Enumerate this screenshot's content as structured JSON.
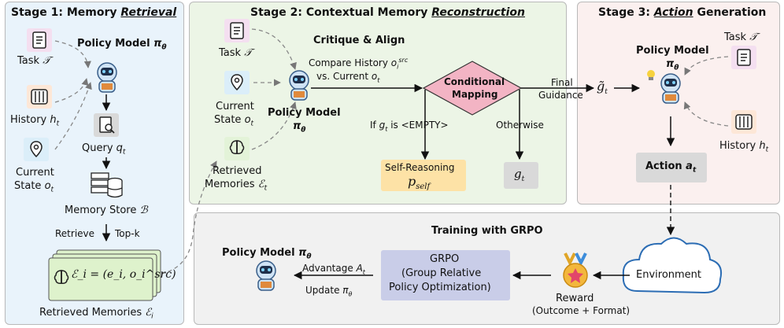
{
  "stage1": {
    "title_prefix": "Stage 1: Memory ",
    "title_em": "Retrieval",
    "policy_model": "Policy Model",
    "policy_symbol": "π",
    "policy_sub": "θ",
    "task": "Task",
    "task_sym": "𝒯",
    "history": "History",
    "history_sym": "h",
    "history_sub": "t",
    "current": "Current",
    "state": "State",
    "state_sym": "o",
    "state_sub": "t",
    "query": "Query",
    "query_sym": "q",
    "query_sub": "t",
    "memory_store": "Memory Store",
    "memory_store_sym": "ℬ",
    "retrieve": "Retrieve",
    "topk": "Top-k",
    "memory_formula": "ℰ_i = (e_i, o_i^src)",
    "retrieved_memories": "Retrieved Memories",
    "retrieved_sym": "ℰ",
    "retrieved_sub": "i"
  },
  "stage2": {
    "title_prefix": "Stage 2: Contextual Memory ",
    "title_em": "Reconstruction",
    "critique": "Critique & Align",
    "task": "Task",
    "task_sym": "𝒯",
    "current": "Current",
    "state": "State",
    "state_sym": "o",
    "state_sub": "t",
    "retrieved": "Retrieved",
    "memories": "Memories",
    "memories_sym": "ℰ",
    "memories_sub": "t",
    "policy_model": "Policy Model",
    "policy_symbol": "π",
    "policy_sub": "θ",
    "compare_line1": "Compare History",
    "compare_sym": "o",
    "compare_sub": "i",
    "compare_sup": "src",
    "compare_line2": "vs. Current",
    "compare2_sym": "o",
    "compare2_sub": "t",
    "conditional": "Conditional",
    "mapping": "Mapping",
    "if_prefix": "If",
    "if_sym": "g",
    "if_sub": "t",
    "if_suffix": "is <EMPTY>",
    "otherwise": "Otherwise",
    "self_reasoning": "Self-Reasoning",
    "p_self_sym": "p",
    "p_self_sub": "self",
    "g_sym": "g",
    "g_sub": "t",
    "final": "Final",
    "guidance": "Guidance",
    "gtilde_sym": "g̃",
    "gtilde_sub": "t"
  },
  "stage3": {
    "title_prefix": "Stage 3: ",
    "title_em": "Action",
    "title_suffix": " Generation",
    "policy_model": "Policy Model",
    "policy_symbol": "π",
    "policy_sub": "θ",
    "task": "Task",
    "task_sym": "𝒯",
    "history": "History",
    "history_sym": "h",
    "history_sub": "t",
    "action": "Action",
    "action_sym": "a",
    "action_sub": "t"
  },
  "training": {
    "title": "Training with GRPO",
    "policy_model": "Policy Model",
    "policy_symbol": "π",
    "policy_sub": "θ",
    "advantage": "Advantage",
    "advantage_sym": "A",
    "advantage_sub": "t",
    "update": "Update",
    "update_sym": "π",
    "update_sub": "θ",
    "grpo_line1": "GRPO",
    "grpo_line2": "(Group Relative",
    "grpo_line3": "Policy Optimization)",
    "reward": "Reward",
    "reward_detail": "(Outcome + Format)",
    "environment": "Environment"
  },
  "colors": {
    "stage1_bg": "#e9f3fb",
    "stage2_bg": "#ecf5e6",
    "stage3_bg": "#fbf0ef",
    "training_bg": "#f1f1f1",
    "diamond": "#f3b4c4",
    "self_reasoning_box": "#fde2a6",
    "grpo_box": "#c9cde8",
    "memory_card": "#def2cc"
  }
}
